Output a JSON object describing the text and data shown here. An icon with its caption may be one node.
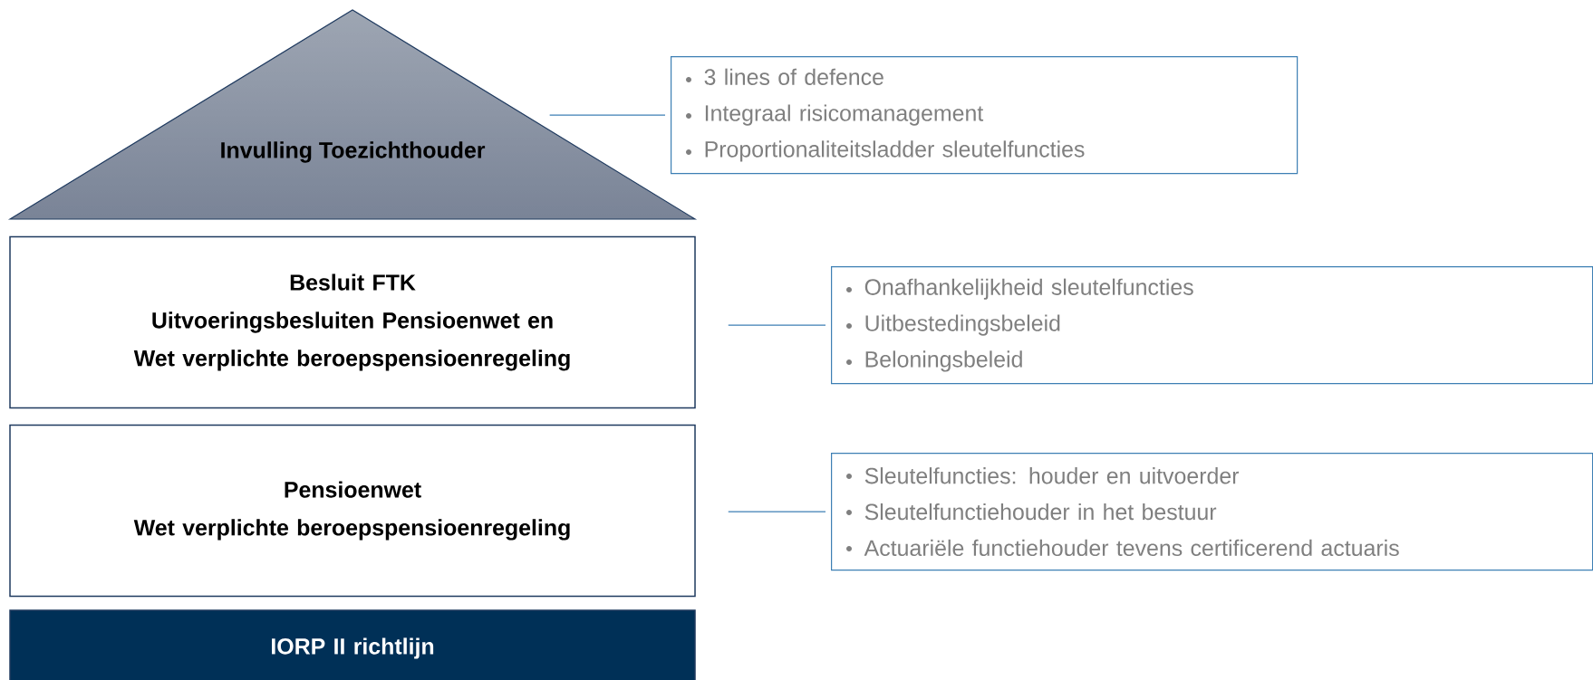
{
  "diagram": {
    "nodes": [
      {
        "text": [
          "Invulling Toezichthouder"
        ]
      },
      {
        "text": [
          "3 lines of defence",
          "Integraal risicomanagement",
          "Proportionaliteitsladder sleutelfuncties"
        ]
      },
      {
        "text": [
          "Besluit FTK",
          "Uitvoeringsbesluiten Pensioenwet en Wet verplichte beroepspensioenregeling"
        ]
      },
      {
        "text": [
          "Onafhankelijkheid sleutelfuncties",
          "Uitbestedingsbeleid",
          "Beloningsbeleid"
        ]
      },
      {
        "text": [
          "Pensioenwet",
          "Wet verplichte beroepspensioenregeling"
        ]
      },
      {
        "text": [
          "Sleutelfuncties: houder en uitvoerder",
          "Sleutelfunctiehouder in het bestuur",
          "Actuariële functiehouder tevens certificerend actuaris"
        ]
      },
      {
        "text": [
          "IORP II richtlijn"
        ]
      }
    ],
    "edges": [
      {
        "from": 0,
        "to": 1,
        "arrow": "none"
      },
      {
        "from": 2,
        "to": 3,
        "arrow": "none"
      },
      {
        "from": 4,
        "to": 5,
        "arrow": "none"
      }
    ]
  }
}
